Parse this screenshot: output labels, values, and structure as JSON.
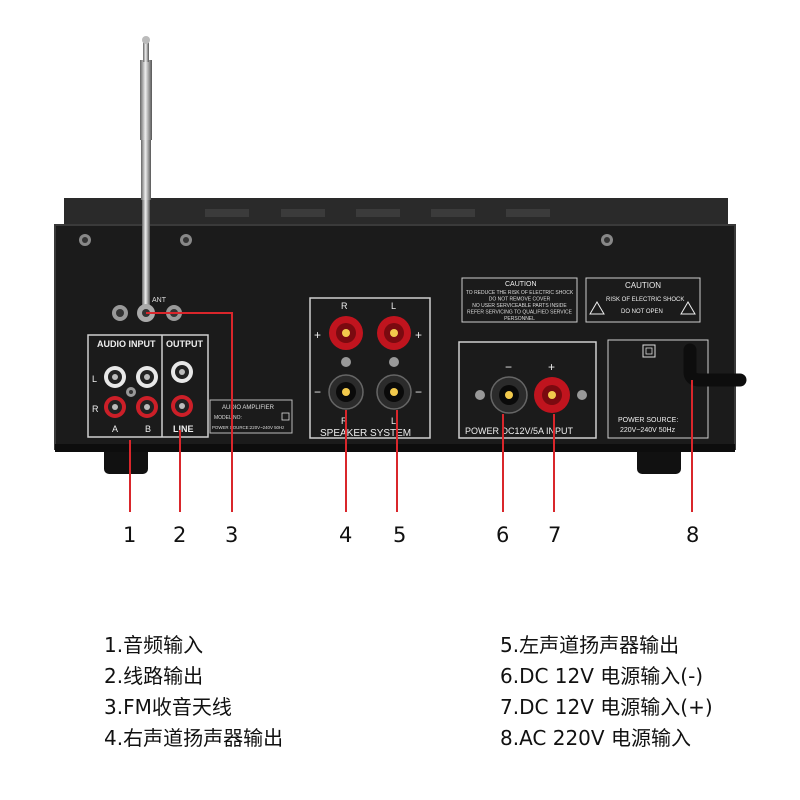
{
  "panel": {
    "audio_input_label": "AUDIO INPUT",
    "output_label": "OUTPUT",
    "line_label": "LINE",
    "input_a": "A",
    "input_b": "B",
    "ch_l": "L",
    "ch_r": "R",
    "speaker_system_label": "SPEAKER SYSTEM",
    "power_dc_label": "POWER DC12V/5A INPUT",
    "plus": "+",
    "minus": "−",
    "ant_label": "ANT",
    "caution1": {
      "title": "CAUTION",
      "lines": [
        "TO REDUCE THE RISK OF ELECTRIC SHOCK",
        "DO NOT REMOVE COVER",
        "NO USER SERVICEABLE PARTS INSIDE",
        "REFER SERVICING TO QUALIFIED SERVICE",
        "PERSONNEL"
      ]
    },
    "caution2": {
      "title": "CAUTION",
      "line1": "RISK OF ELECTRIC SHOCK",
      "line2": "DO NOT OPEN"
    },
    "info_label": {
      "title": "AUDIO AMPLIFIER",
      "model": "MODEL NO:",
      "power": "POWER SOURCE:220V~240V 50Hz"
    },
    "ac_power_line1": "POWER SOURCE:",
    "ac_power_line2": "220V~240V 50Hz"
  },
  "callouts": [
    "1",
    "2",
    "3",
    "4",
    "5",
    "6",
    "7",
    "8"
  ],
  "legend_left": [
    "1.音频输入",
    "2.线路输出",
    "3.FM收音天线",
    "4.右声道扬声器输出"
  ],
  "legend_right": [
    "5.左声道扬声器输出",
    "6.DC 12V 电源输入(-)",
    "7.DC 12V 电源输入(+)",
    "8.AC 220V 电源输入"
  ],
  "colors": {
    "callout_line": "#d9262b",
    "chassis": "#1b1b1b",
    "binding_red": "#c0141e"
  }
}
